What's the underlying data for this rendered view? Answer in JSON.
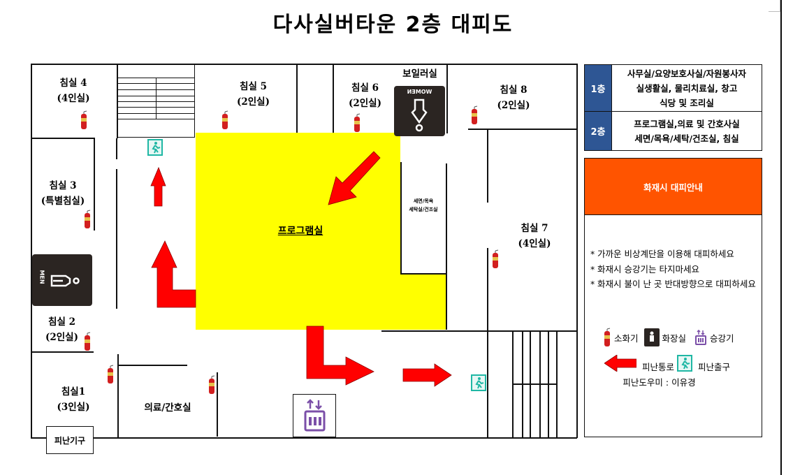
{
  "title": "다사실버타운 2층 대피도",
  "colors": {
    "program_room": "#ffff00",
    "arrow": "#ff0000",
    "floor_badge": "#2e5694",
    "guide_header": "#ff5400",
    "exit_sign": "#1fb7a4",
    "elevator_icon": "#7b4fa8",
    "toilet_sign": "#2b2522"
  },
  "floor_plan": {
    "rooms": {
      "room4": {
        "name": "침실 4",
        "capacity": "(4인실)"
      },
      "room5": {
        "name": "침실 5",
        "capacity": "(2인실)"
      },
      "room6": {
        "name": "침실 6",
        "capacity": "(2인실)"
      },
      "boiler": {
        "name": "보일러실"
      },
      "room8": {
        "name": "침실 8",
        "capacity": "(2인실)"
      },
      "room3": {
        "name": "침실 3",
        "capacity": "(특별침실)"
      },
      "program": {
        "name": "프로그램실"
      },
      "wash": {
        "line1": "세면/목욕",
        "line2": "세탁실/건조실"
      },
      "room7": {
        "name": "침실 7",
        "capacity": "(4인실)"
      },
      "room2": {
        "name": "침실 2",
        "capacity": "(2인실)"
      },
      "room1": {
        "name": "침실1",
        "capacity": "(3인실)"
      },
      "medical": {
        "name": "의료/간호실"
      }
    },
    "signs": {
      "women": "WOMEN",
      "men": "MEN"
    },
    "evac_tool": "피난기구"
  },
  "legend_table": {
    "rows": [
      {
        "floor": "1층",
        "lines": [
          "사무실/요양보호사실/자원봉사자",
          "실생활실, 물리치료실, 창고",
          "식당 및 조리실"
        ]
      },
      {
        "floor": "2층",
        "lines": [
          "프로그램실,의료 및 간호사실",
          "세면/목욕/세탁/건조실, 침실"
        ]
      }
    ]
  },
  "fire_guide": {
    "header": "화재시 대피안내",
    "notes": [
      {
        "bullet": "*",
        "text": "가까운 비상계단을 이용해 대피하세요"
      },
      {
        "bullet": "*",
        "text": "화재시 승강기는 타지마세요"
      },
      {
        "bullet": "*",
        "text": "화재시 불이 난 곳 반대방향으로 대피하세요"
      }
    ],
    "icon_legend": {
      "extinguisher": "소화기",
      "toilet": "화장실",
      "elevator": "승강기",
      "route": "피난통로",
      "exit": "피난출구"
    },
    "helper": "피난도우미 : 이유경"
  }
}
